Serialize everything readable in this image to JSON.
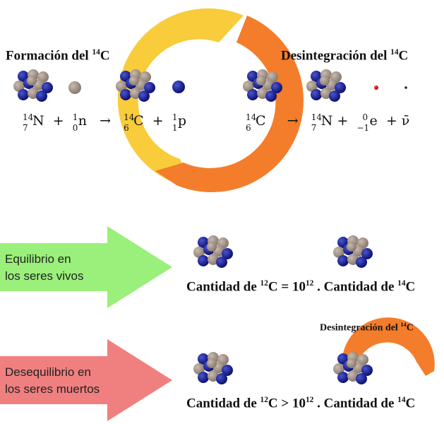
{
  "top": {
    "formation_label": "Formación del",
    "formation_sup": "14",
    "formation_el": "C",
    "decay_label": "Desintegración del",
    "decay_sup": "14",
    "decay_el": "C",
    "eq1": {
      "n14": {
        "a": "14",
        "z": "7",
        "s": "N"
      },
      "plus1": "+",
      "neutron": {
        "a": "1",
        "z": "0",
        "s": "n"
      },
      "arrow": "→",
      "c14": {
        "a": "14",
        "z": "6",
        "s": "C"
      },
      "plus2": "+",
      "proton": {
        "a": "1",
        "z": "1",
        "s": "p"
      }
    },
    "eq2": {
      "c14": {
        "a": "14",
        "z": "6",
        "s": "C"
      },
      "arrow": "→",
      "n14": {
        "a": "14",
        "z": "7",
        "s": "N"
      },
      "plus1": "+",
      "electron": {
        "a": "0",
        "z": "−1",
        "s": "e"
      },
      "plus2": "+",
      "nu": "ν̄"
    }
  },
  "living": {
    "arrow_line1": "Equilibrio en",
    "arrow_line2": "los seres vivos",
    "ratio_prefix": "Cantidad de ",
    "ratio_sup1": "12",
    "ratio_mid": "C = 10",
    "ratio_exp": "12",
    "ratio_dot": " .  Cantidad de ",
    "ratio_sup2": "14",
    "ratio_end": "C"
  },
  "dead": {
    "arrow_line1": "Desequilibrio en",
    "arrow_line2": "los seres muertos",
    "decay_label": "Desintegración del ",
    "decay_sup": "14",
    "decay_el": "C",
    "ratio_prefix": "Cantidad de ",
    "ratio_sup1": "12",
    "ratio_mid": "C > 10",
    "ratio_exp": "12",
    "ratio_dot": " .  Cantidad de ",
    "ratio_sup2": "14",
    "ratio_end": "C"
  },
  "colors": {
    "yellow": "#f8cc3a",
    "orange": "#f47d2b",
    "green_arrow": "#9af07a",
    "red_arrow": "#f08080",
    "proton": "#1a1f8c",
    "neutron": "#a08e80",
    "electron": "#cc1a1a"
  }
}
